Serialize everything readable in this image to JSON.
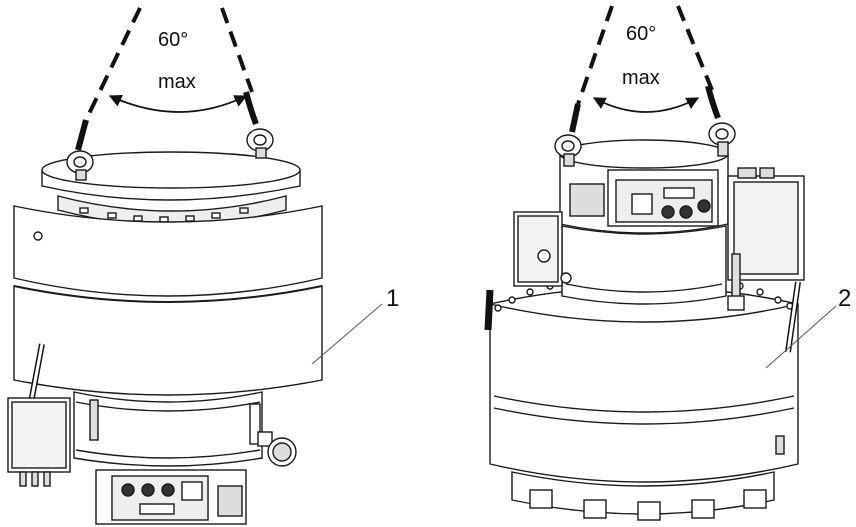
{
  "figures": [
    {
      "angle_label": "60°",
      "max_label": "max",
      "callout_number": "1"
    },
    {
      "angle_label": "60°",
      "max_label": "max",
      "callout_number": "2"
    }
  ],
  "colors": {
    "line": "#1a1a1a",
    "fill": "#ffffff",
    "shade": "#d8d8d8"
  }
}
